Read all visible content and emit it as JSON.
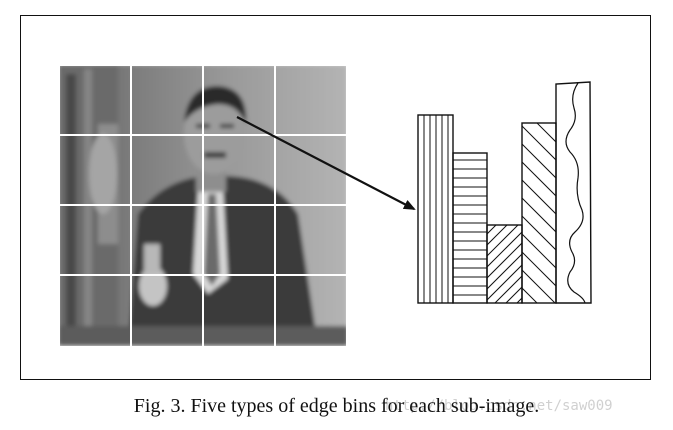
{
  "figure": {
    "caption": "Fig. 3. Five types of edge bins for each sub-image.",
    "watermark": "http://blog.csdn.net/saw009",
    "photo": {
      "description_icon": "person-photo",
      "grid_rows": 4,
      "grid_cols": 4
    },
    "histogram": {
      "bins": [
        {
          "pattern": "vertical"
        },
        {
          "pattern": "horizontal"
        },
        {
          "pattern": "diagonal-45"
        },
        {
          "pattern": "diagonal-135"
        },
        {
          "pattern": "non-directional"
        }
      ]
    },
    "colors": {
      "line": "#111111",
      "grid": "#ffffff",
      "background": "#ffffff"
    }
  }
}
